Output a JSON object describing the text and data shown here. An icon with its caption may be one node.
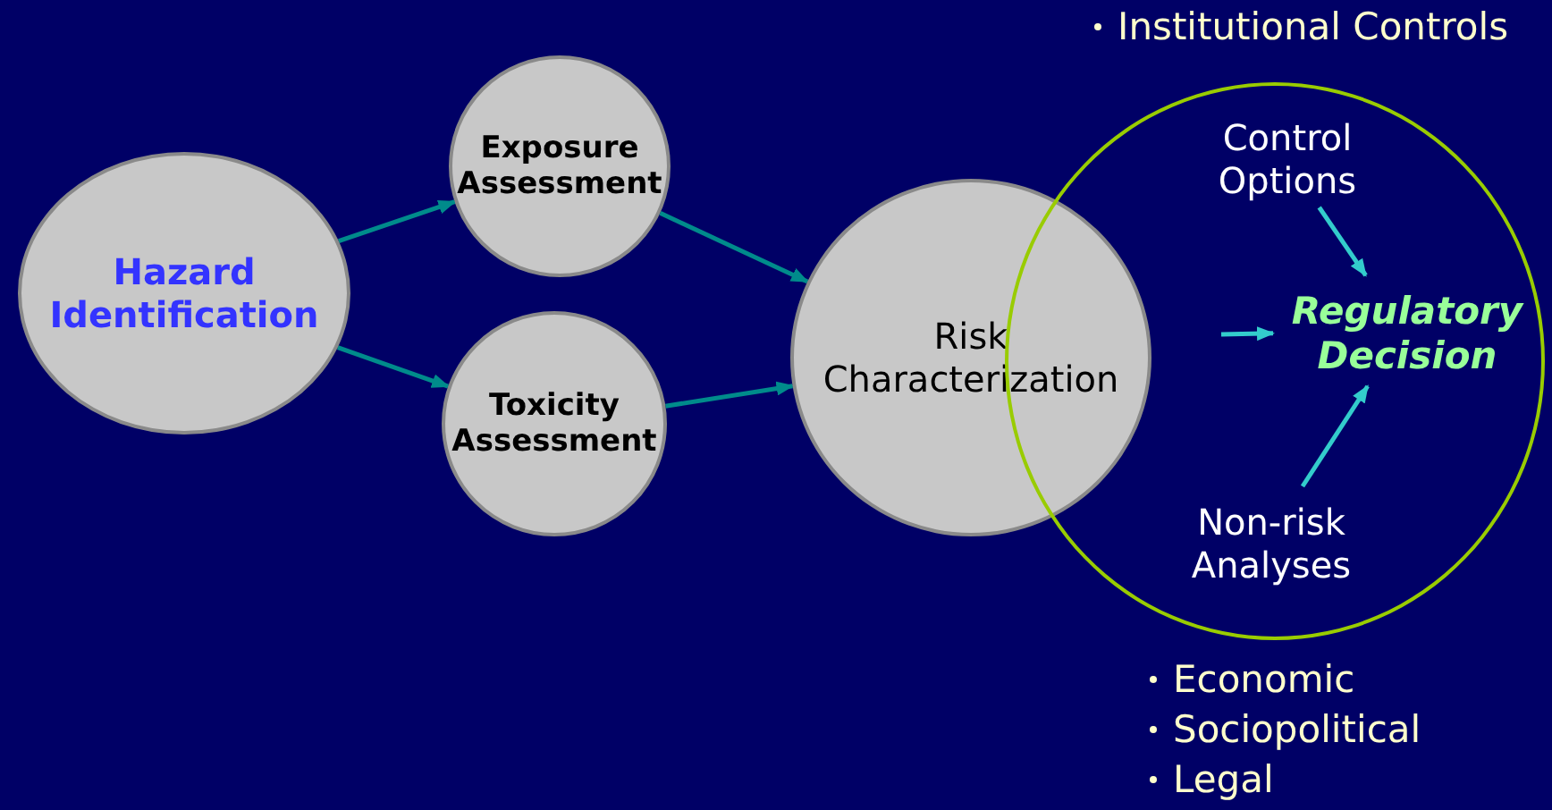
{
  "diagram": {
    "nodes": [
      {
        "text": [
          "Hazard Identification"
        ]
      },
      {
        "text": [
          "Exposure Assessment"
        ]
      },
      {
        "text": [
          "Toxicity Assessment"
        ]
      },
      {
        "text": [
          "Risk Characterization"
        ]
      },
      {
        "text": [],
        "shape": "circle"
      },
      {
        "text": [
          "Control Options"
        ],
        "in": 4
      },
      {
        "text": [
          "Regulatory Decision"
        ],
        "in": 4
      },
      {
        "text": [
          "Non-risk Analyses"
        ],
        "in": 4
      }
    ],
    "edges": [
      {
        "from": 0,
        "to": 1,
        "arrow": "to"
      },
      {
        "from": 0,
        "to": 2,
        "arrow": "to"
      },
      {
        "from": 1,
        "to": 3,
        "arrow": "to"
      },
      {
        "from": 2,
        "to": 3,
        "arrow": "to"
      },
      {
        "from": 5,
        "to": 6,
        "arrow": "to",
        "color": "#33cccc"
      },
      {
        "from": 7,
        "to": 6,
        "arrow": "to",
        "color": "#33cccc"
      },
      {
        "from": null,
        "to": 6,
        "arrow": "to",
        "color": "#33cccc"
      }
    ],
    "labels": [
      "Institutional Controls",
      "Economic",
      "Sociopolitical",
      "Legal"
    ]
  }
}
